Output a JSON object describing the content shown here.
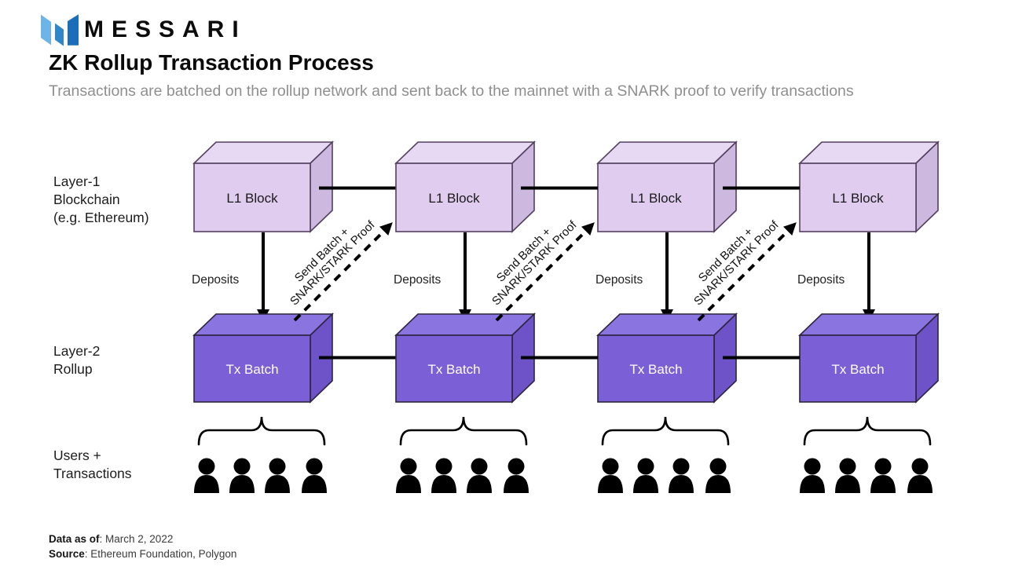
{
  "header": {
    "brand": "MESSARI",
    "title": "ZK Rollup Transaction Process",
    "subtitle": "Transactions are batched on the rollup network and sent back to the mainnet with a SNARK proof to verify transactions",
    "brand_colors": {
      "brand_bar1": "#6CB5E6",
      "brand_bar2": "#2F86C9",
      "brand_bar3": "#1B6EB7"
    }
  },
  "diagram": {
    "row_labels": {
      "layer1": "Layer-1\nBlockchain\n(e.g. Ethereum)",
      "layer2": "Layer-2\nRollup",
      "users": "Users +\nTransactions"
    },
    "labels": {
      "l1_block": "L1 Block",
      "tx_batch": "Tx Batch",
      "deposits": "Deposits",
      "send_batch_line1": "Send Batch +",
      "send_batch_line2": "SNARK/STARK Proof"
    },
    "column_count": 4,
    "users_per_column": 4,
    "colors": {
      "l1_front": "#E0CCEF",
      "l1_top": "#E7D8F4",
      "l1_side": "#CDB8E0",
      "l1_stroke": "#53405F",
      "tx_front": "#7A5FD6",
      "tx_top": "#8A75E0",
      "tx_side": "#6E53C8",
      "tx_stroke": "#2E2440",
      "line": "#000000"
    }
  },
  "footer": {
    "data_as_of_label": "Data as of",
    "data_as_of_value": ": March 2, 2022",
    "source_label": "Source",
    "source_value": ": Ethereum Foundation, Polygon"
  }
}
